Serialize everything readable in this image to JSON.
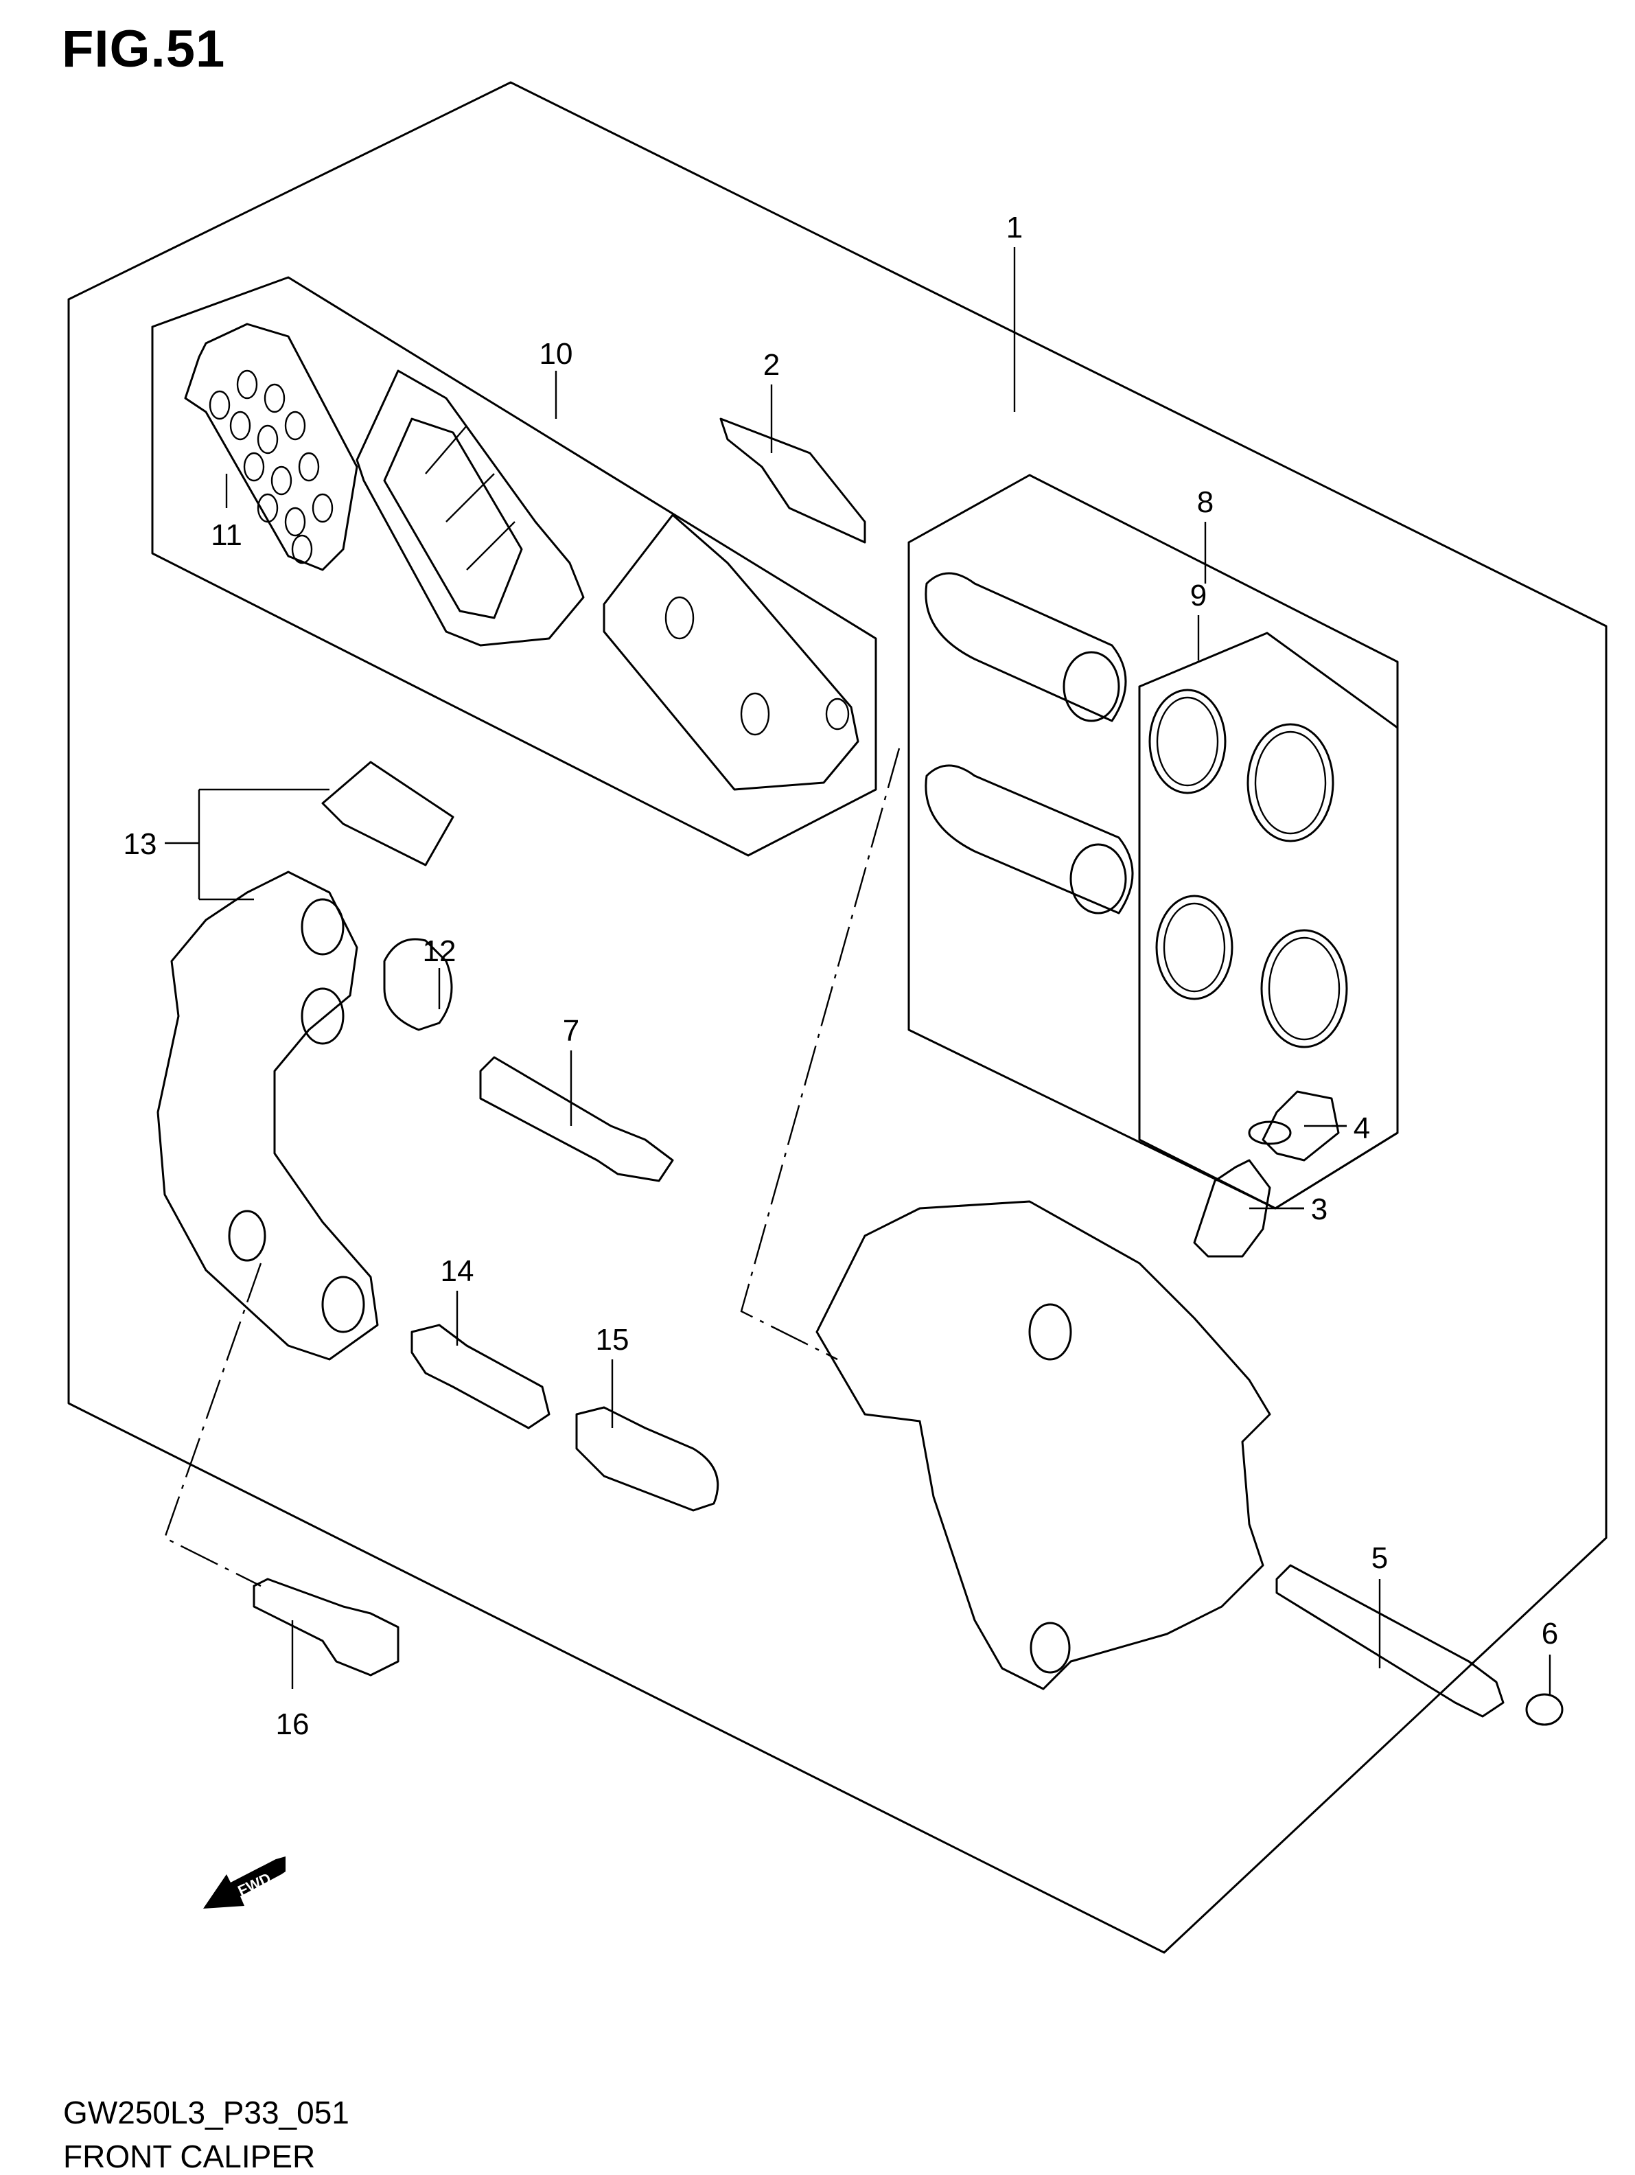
{
  "figure": {
    "title": "FIG.51",
    "code": "GW250L3_P33_051",
    "caption": "FRONT CALIPER"
  },
  "direction_indicator": {
    "label": "FWD",
    "icon": "forward-arrow-icon"
  },
  "callouts": [
    {
      "id": "1",
      "text": "1"
    },
    {
      "id": "2",
      "text": "2"
    },
    {
      "id": "3",
      "text": "3"
    },
    {
      "id": "4",
      "text": "4"
    },
    {
      "id": "5",
      "text": "5"
    },
    {
      "id": "6",
      "text": "6"
    },
    {
      "id": "7",
      "text": "7"
    },
    {
      "id": "8",
      "text": "8"
    },
    {
      "id": "9",
      "text": "9"
    },
    {
      "id": "10",
      "text": "10"
    },
    {
      "id": "11",
      "text": "11"
    },
    {
      "id": "12",
      "text": "12"
    },
    {
      "id": "13",
      "text": "13"
    },
    {
      "id": "14",
      "text": "14"
    },
    {
      "id": "15",
      "text": "15"
    },
    {
      "id": "16",
      "text": "16"
    }
  ]
}
